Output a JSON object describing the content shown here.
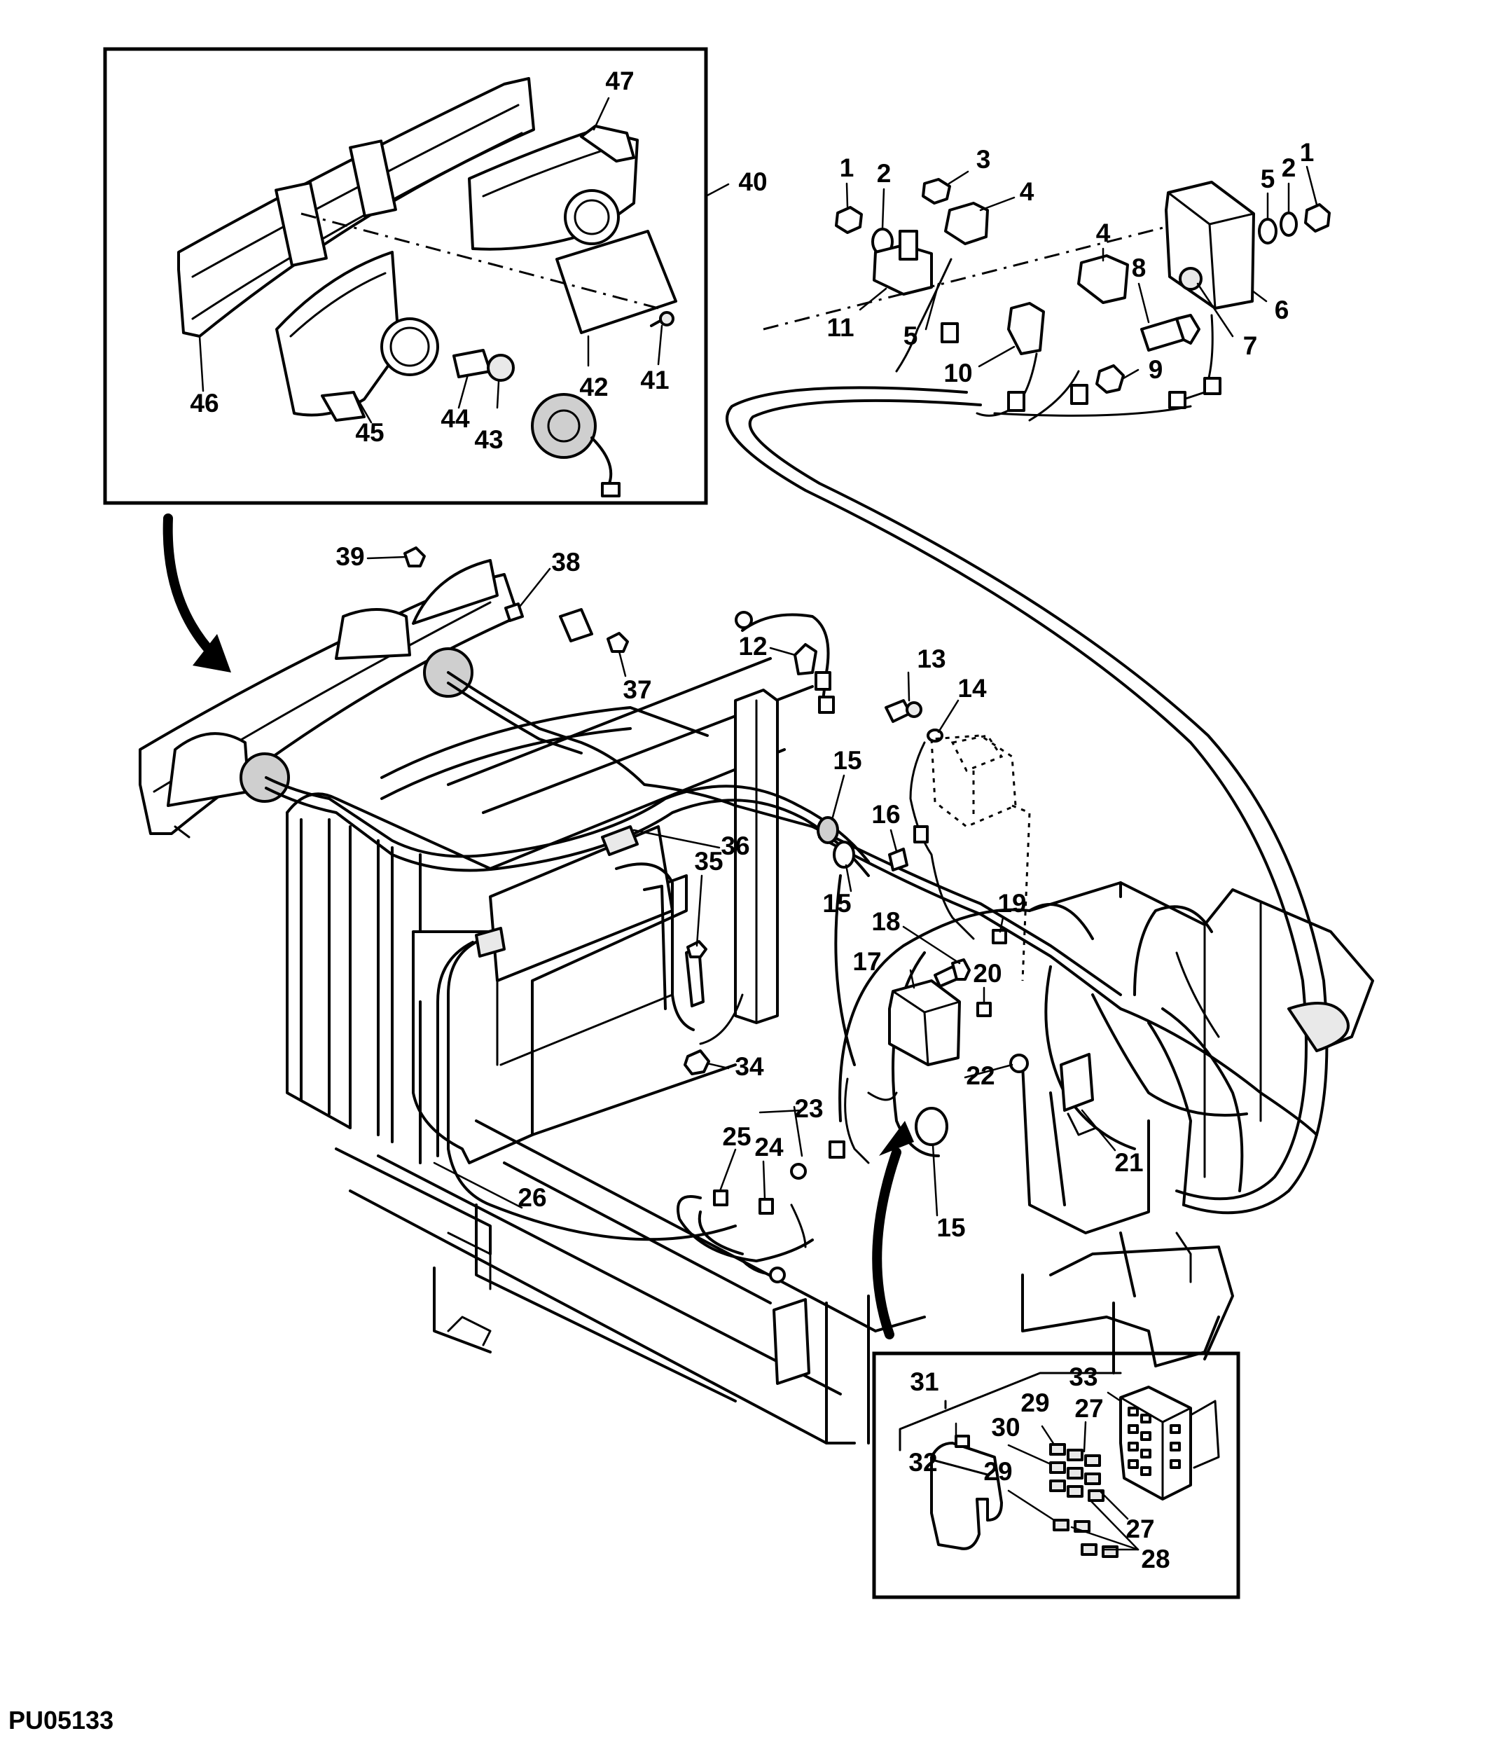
{
  "figure": {
    "code": "PU05133",
    "callouts": [
      {
        "id": "c47",
        "text": "47"
      },
      {
        "id": "c46",
        "text": "46"
      },
      {
        "id": "c45",
        "text": "45"
      },
      {
        "id": "c44",
        "text": "44"
      },
      {
        "id": "c43",
        "text": "43"
      },
      {
        "id": "c42",
        "text": "42"
      },
      {
        "id": "c41",
        "text": "41"
      },
      {
        "id": "c40",
        "text": "40"
      },
      {
        "id": "c1a",
        "text": "1"
      },
      {
        "id": "c2a",
        "text": "2"
      },
      {
        "id": "c3",
        "text": "3"
      },
      {
        "id": "c4a",
        "text": "4"
      },
      {
        "id": "c5b",
        "text": "5"
      },
      {
        "id": "c2b",
        "text": "2"
      },
      {
        "id": "c1b",
        "text": "1"
      },
      {
        "id": "c4b",
        "text": "4"
      },
      {
        "id": "c8",
        "text": "8"
      },
      {
        "id": "c6",
        "text": "6"
      },
      {
        "id": "c7",
        "text": "7"
      },
      {
        "id": "c11",
        "text": "11"
      },
      {
        "id": "c5a",
        "text": "5"
      },
      {
        "id": "c10",
        "text": "10"
      },
      {
        "id": "c9",
        "text": "9"
      },
      {
        "id": "c39",
        "text": "39"
      },
      {
        "id": "c38",
        "text": "38"
      },
      {
        "id": "c37",
        "text": "37"
      },
      {
        "id": "c12",
        "text": "12"
      },
      {
        "id": "c13",
        "text": "13"
      },
      {
        "id": "c14",
        "text": "14"
      },
      {
        "id": "c15a",
        "text": "15"
      },
      {
        "id": "c15b",
        "text": "15"
      },
      {
        "id": "c16",
        "text": "16"
      },
      {
        "id": "c36",
        "text": "36"
      },
      {
        "id": "c35",
        "text": "35"
      },
      {
        "id": "c18",
        "text": "18"
      },
      {
        "id": "c19",
        "text": "19"
      },
      {
        "id": "c17",
        "text": "17"
      },
      {
        "id": "c20",
        "text": "20"
      },
      {
        "id": "c22",
        "text": "22"
      },
      {
        "id": "c34",
        "text": "34"
      },
      {
        "id": "c23",
        "text": "23"
      },
      {
        "id": "c25",
        "text": "25"
      },
      {
        "id": "c24",
        "text": "24"
      },
      {
        "id": "c26",
        "text": "26"
      },
      {
        "id": "c21",
        "text": "21"
      },
      {
        "id": "c15c",
        "text": "15"
      },
      {
        "id": "c31",
        "text": "31"
      },
      {
        "id": "c33",
        "text": "33"
      },
      {
        "id": "c29a",
        "text": "29"
      },
      {
        "id": "c27a",
        "text": "27"
      },
      {
        "id": "c30",
        "text": "30"
      },
      {
        "id": "c32",
        "text": "32"
      },
      {
        "id": "c29b",
        "text": "29"
      },
      {
        "id": "c27b",
        "text": "27"
      },
      {
        "id": "c28",
        "text": "28"
      }
    ]
  }
}
